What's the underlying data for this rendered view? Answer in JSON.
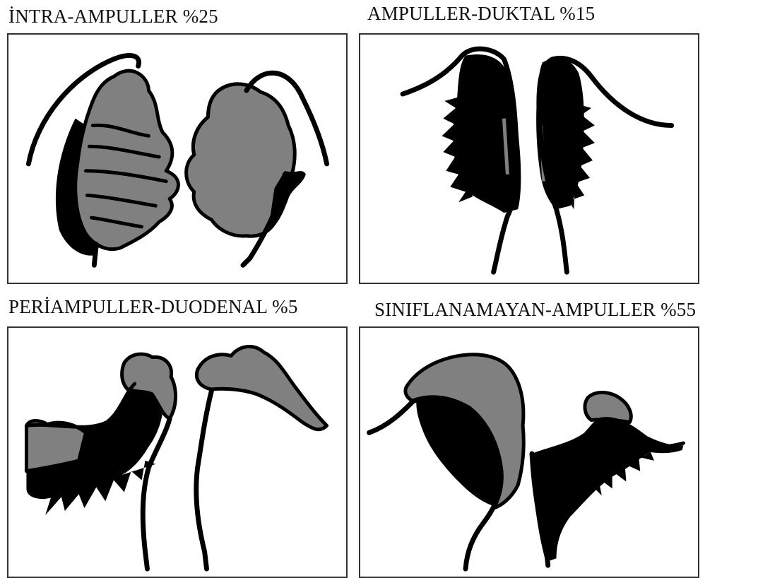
{
  "panels": [
    {
      "label": "İNTRA-AMPULLER %25"
    },
    {
      "label": "AMPULLER-DUKTAL %15"
    },
    {
      "label": "PERİAMPULLER-DUODENAL %5"
    },
    {
      "label": "SINIFLANAMAYAN-AMPULLER %55"
    }
  ],
  "colors": {
    "tumor_grey": "#808080",
    "tumor_black": "#000000",
    "frame": "#333333"
  }
}
